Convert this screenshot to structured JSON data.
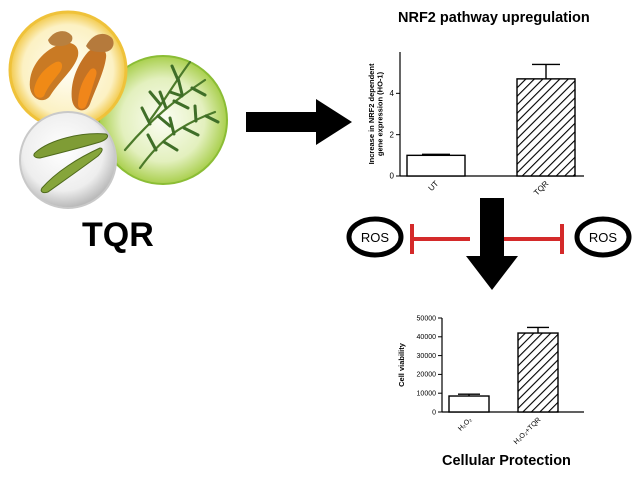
{
  "diagram": {
    "source_label": "TQR",
    "top_title": "NRF2 pathway upregulation",
    "bottom_title": "Cellular Protection",
    "ros_left": "ROS",
    "ros_right": "ROS",
    "inhibit_color": "#d42a2a",
    "ingredient_icons": [
      "turmeric-icon",
      "rosemary-icon",
      "quinoa-pod-icon"
    ]
  },
  "chart_data": [
    {
      "type": "bar",
      "title": "",
      "ylabel": "Increase in NRF2 dependent gene expression (HO-1)",
      "xlabel": "",
      "ylim": [
        0,
        6
      ],
      "yticks": [
        0,
        2,
        4
      ],
      "categories": [
        "UT",
        "TQR"
      ],
      "values": [
        1.0,
        4.7
      ],
      "errors": [
        0.05,
        0.7
      ],
      "fills": [
        "open",
        "hatched"
      ],
      "grid": false
    },
    {
      "type": "bar",
      "title": "",
      "ylabel": "Cell viability",
      "xlabel": "",
      "ylim": [
        0,
        50000
      ],
      "yticks": [
        0,
        10000,
        20000,
        30000,
        40000,
        50000
      ],
      "categories": [
        "H₂O₂",
        "H₂O₂+TQR"
      ],
      "values": [
        8500,
        42000
      ],
      "errors": [
        1000,
        3000
      ],
      "fills": [
        "open",
        "hatched"
      ],
      "grid": false
    }
  ]
}
